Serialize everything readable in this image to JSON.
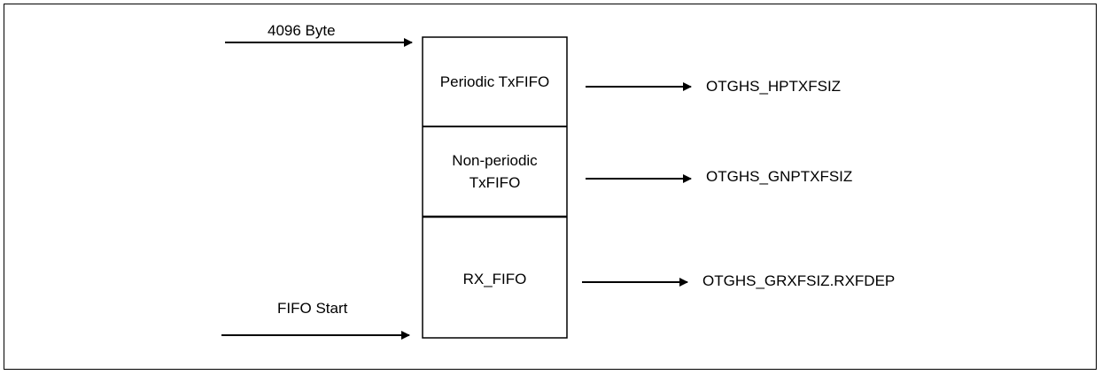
{
  "diagram": {
    "top_label": "4096 Byte",
    "start_label": "FIFO Start",
    "blocks": [
      {
        "name": "Periodic TxFIFO",
        "register": "OTGHS_HPTXFSIZ"
      },
      {
        "name": "Non-periodic\nTxFIFO",
        "register": "OTGHS_GNPTXFSIZ"
      },
      {
        "name": "RX_FIFO",
        "register": "OTGHS_GRXFSIZ.RXFDEP"
      }
    ]
  }
}
